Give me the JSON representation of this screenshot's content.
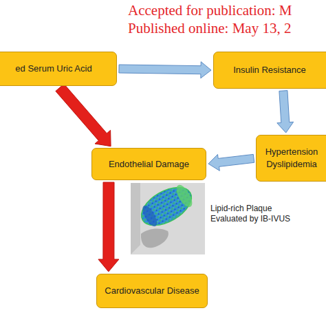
{
  "diagram": {
    "nodes": [
      {
        "text": [
          "ed Serum Uric Acid"
        ]
      },
      {
        "text": [
          "Insulin Resistance"
        ]
      },
      {
        "text": [
          "Endothelial Damage"
        ]
      },
      {
        "text": [
          "Hypertension Dyslipidemia"
        ]
      },
      {
        "text": [
          "Cardiovascular Disease"
        ]
      }
    ],
    "edges": [
      {
        "from": 0,
        "to": 1,
        "arrow": "to"
      },
      {
        "from": 0,
        "to": 2,
        "arrow": "to"
      },
      {
        "from": 1,
        "to": 3,
        "arrow": "to"
      },
      {
        "from": 3,
        "to": 2,
        "arrow": "to"
      },
      {
        "from": 2,
        "to": 4,
        "arrow": "to"
      }
    ],
    "labels": [
      "Accepted for publication: M",
      "Published online: May 13, 2",
      "Lipid-rich Plaque Evaluated by IB-IVUS"
    ]
  }
}
